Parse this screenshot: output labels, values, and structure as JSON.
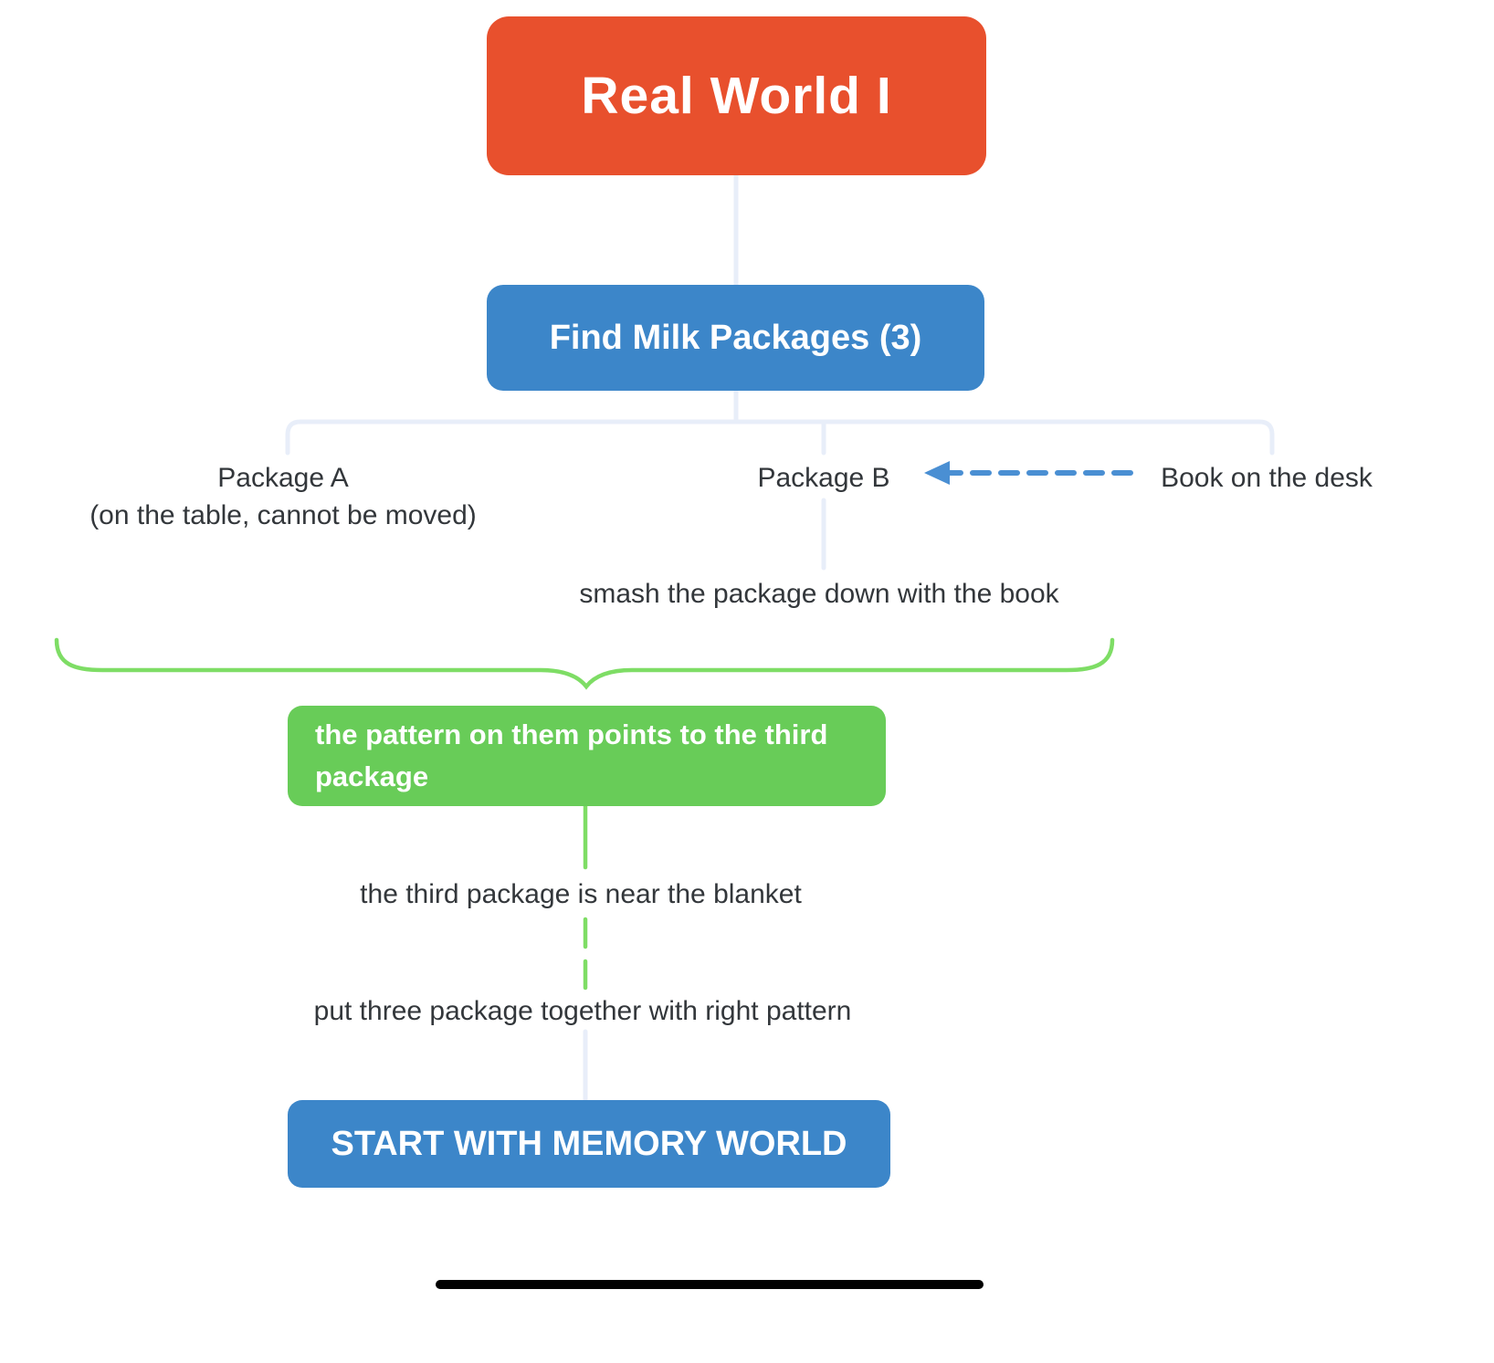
{
  "colors": {
    "root_orange": "#E8502D",
    "node_blue": "#3C86C9",
    "node_green": "#68CC58",
    "line_light": "#E8EEF9",
    "line_green": "#7EDD65",
    "arrow_blue": "#4A8FD3",
    "text_dark": "#33373B",
    "home_bar": "#000000",
    "background": "#FFFFFF"
  },
  "mindmap": {
    "root": "Real World I",
    "task": "Find Milk Packages (3)",
    "package_a": "Package A",
    "package_a_note": "(on the table, cannot be moved)",
    "package_b": "Package B",
    "book": "Book on the desk",
    "smash_note": "smash the package down with the book",
    "pattern_node": "the pattern on them points to the third package",
    "blanket_note": "the third package is near the blanket",
    "assemble_note": "put three package together with right pattern",
    "final": "START WITH MEMORY WORLD"
  }
}
